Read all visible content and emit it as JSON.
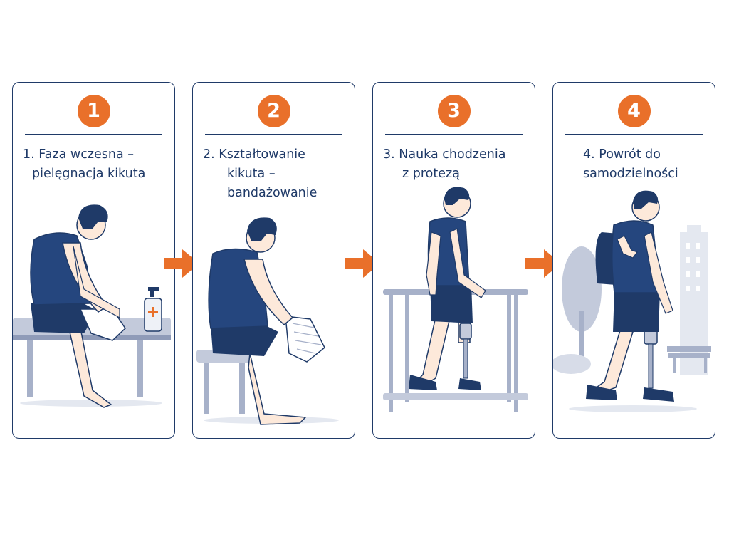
{
  "steps": [
    {
      "number": "1",
      "lines": [
        "1. Faza wczesna –",
        "pielęgnacja kikuta"
      ]
    },
    {
      "number": "2",
      "lines": [
        "2. Kształtowanie",
        "kikuta –",
        "bandażowanie"
      ]
    },
    {
      "number": "3",
      "lines": [
        "3. Nauka chodzenia",
        "z protezą"
      ]
    },
    {
      "number": "4",
      "lines": [
        "4. Powrót do",
        "samodzielności"
      ]
    }
  ],
  "colors": {
    "navy": "#1f3a68",
    "shirt": "#25467e",
    "accent": "#e9702a",
    "skin": "#fde9da",
    "furniture": "#a7b1c9"
  },
  "icons": [
    "arrow-right-icon",
    "sanitizer-bottle-icon",
    "tree-icon",
    "building-icon",
    "park-bench-icon"
  ]
}
